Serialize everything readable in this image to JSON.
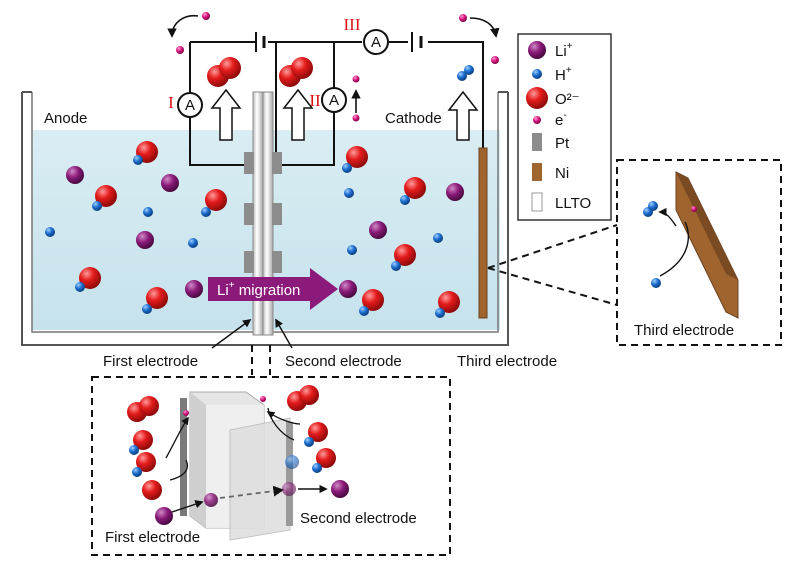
{
  "tank": {
    "anode": "Anode",
    "cathode": "Cathode"
  },
  "circuits": {
    "ammeter_symbol": "A",
    "loop_1": "I",
    "loop_2": "II",
    "loop_3": "III"
  },
  "migration": {
    "prefix": "Li",
    "sup": "+",
    "suffix": " migration"
  },
  "electrodes": {
    "first": "First electrode",
    "second": "Second electrode",
    "third": "Third electrode"
  },
  "legend": [
    {
      "text": "Li",
      "sup": "+"
    },
    {
      "text": "H",
      "sup": "+"
    },
    {
      "text": "O²⁻",
      "sup": ""
    },
    {
      "text": "e",
      "sup": "-"
    },
    {
      "text": "Pt",
      "sup": ""
    },
    {
      "text": "Ni",
      "sup": ""
    },
    {
      "text": "LLTO",
      "sup": ""
    }
  ],
  "inset_bottom": {
    "first": "First electrode",
    "second": "Second electrode"
  },
  "inset_right": {
    "label": "Third electrode"
  },
  "colors": {
    "li": "#8a1a7a",
    "h": "#1e6fd0",
    "o": "#e01818",
    "e": "#d8127e",
    "pt": "#8c8c8c",
    "ni": "#a0652e",
    "water": "#cfe7ef",
    "arrow": "#8b1a7a"
  }
}
